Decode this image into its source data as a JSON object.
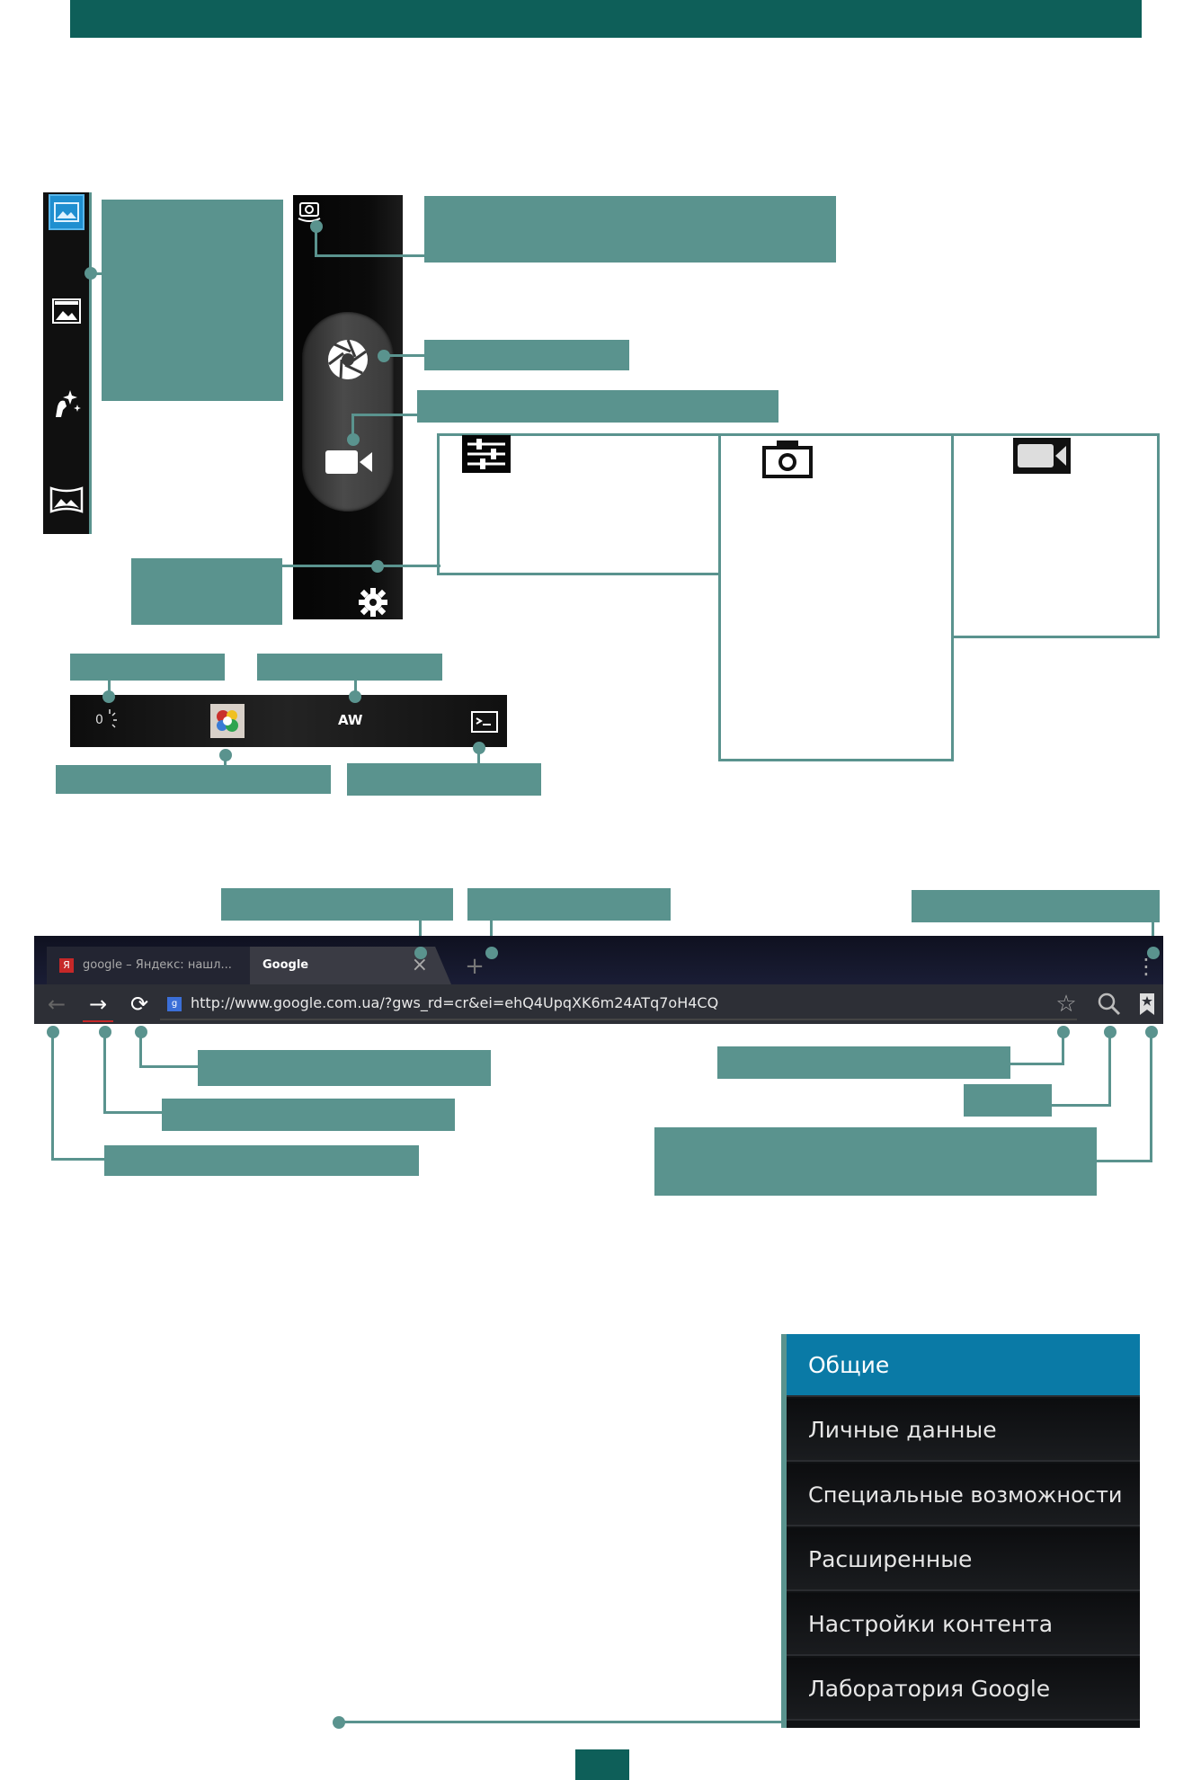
{
  "colors": {
    "header_bar": "#0e5f59",
    "callout": "#5a938e",
    "selected_menu": "#0a7aa6",
    "page_number_block": "#0e5f59"
  },
  "camera": {
    "modes": [
      {
        "icon": "gallery-icon"
      },
      {
        "icon": "video-gallery-icon"
      },
      {
        "icon": "effects-icon"
      },
      {
        "icon": "panorama-icon"
      }
    ],
    "controls": {
      "switch_camera_icon": "switch-camera-icon",
      "shutter_icon": "aperture-shutter-icon",
      "record_icon": "video-camera-icon",
      "settings_icon": "gear-icon"
    },
    "quick_bar": {
      "exposure_value": "0",
      "exposure_icon": "exposure-icon",
      "color_effect_icon": "color-effect-thumbnail",
      "white_balance_label": "AW",
      "scene_mode_icon": "scene-mode-icon"
    },
    "settings_panels": [
      {
        "icon": "sliders-icon"
      },
      {
        "icon": "photo-camera-icon"
      },
      {
        "icon": "video-camera-icon"
      }
    ]
  },
  "browser": {
    "tabs": [
      {
        "title": "google – Яндекс: нашл..."
      },
      {
        "title": "Google"
      }
    ],
    "url": "http://www.google.com.ua/?gws_rd=cr&ei=ehQ4UpqXK6m24ATq7oH4CQ",
    "icons": {
      "back": "←",
      "forward": "→",
      "reload": "⟳",
      "close_tab": "×",
      "new_tab": "+",
      "menu": "⋮",
      "star": "☆",
      "search": "⌕",
      "bookmarks": "bookmarks-icon"
    }
  },
  "settings_menu": {
    "items": [
      {
        "label": "Общие",
        "selected": true
      },
      {
        "label": "Личные данные",
        "selected": false
      },
      {
        "label": "Специальные возможности",
        "selected": false
      },
      {
        "label": "Расширенные",
        "selected": false
      },
      {
        "label": "Настройки контента",
        "selected": false
      },
      {
        "label": "Лаборатория Google",
        "selected": false
      }
    ]
  }
}
